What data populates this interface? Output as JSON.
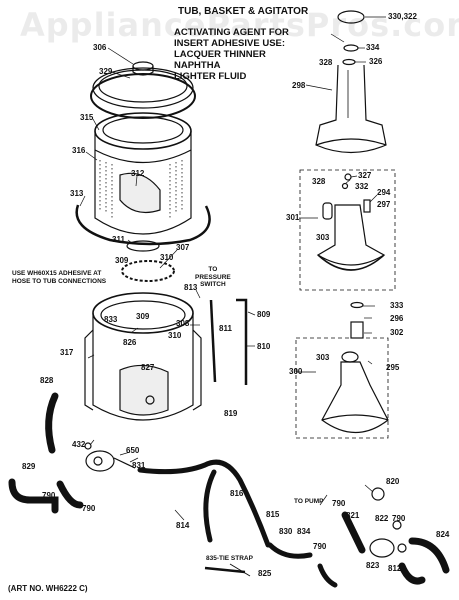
{
  "watermark": "AppliancePartsPros.com",
  "title": "TUB, BASKET & AGITATOR",
  "adhesive_note": [
    "ACTIVATING AGENT FOR",
    "INSERT ADHESIVE USE:",
    "LACQUER THINNER",
    "NAPHTHA",
    "LIGHTER FLUID"
  ],
  "adhesive_hose_note": [
    "USE WH60X15 ADHESIVE AT",
    "HOSE TO TUB CONNECTIONS"
  ],
  "pressure_switch_note": [
    "TO",
    "PRESSURE",
    "SWITCH"
  ],
  "to_pump": "TO PUMP",
  "tie_strap": "835-TIE STRAP",
  "art_no": "(ART NO. WH6222 C)",
  "part_labels": {
    "p330": "330,322",
    "p334": "334",
    "p328a": "328",
    "p326": "326",
    "p298": "298",
    "p306": "306",
    "p329": "329",
    "p315": "315",
    "p316": "316",
    "p312": "312",
    "p313": "313",
    "p327": "327",
    "p328b": "328",
    "p332": "332",
    "p294": "294",
    "p297": "297",
    "p301": "301",
    "p303a": "303",
    "p311": "311",
    "p307": "307",
    "p309a": "309",
    "p310a": "310",
    "p813": "813",
    "p809": "809",
    "p833": "833",
    "p309b": "309",
    "p308": "308",
    "p310b": "310",
    "p826": "826",
    "p811": "811",
    "p810": "810",
    "p317": "317",
    "p827": "827",
    "p819": "819",
    "p828": "828",
    "p432": "432",
    "p333": "333",
    "p296": "296",
    "p302": "302",
    "p303b": "303",
    "p295": "295",
    "p300": "300",
    "p650": "650",
    "p829": "829",
    "p790a": "790",
    "p831": "831",
    "p790b": "790",
    "p816": "816",
    "p814": "814",
    "p815": "815",
    "p830": "830",
    "p834": "834",
    "p790c": "790",
    "p825": "825",
    "p820": "820",
    "p790d": "790",
    "p821": "821",
    "p822": "822",
    "p790e": "790",
    "p823": "823",
    "p812": "812",
    "p824": "824"
  }
}
